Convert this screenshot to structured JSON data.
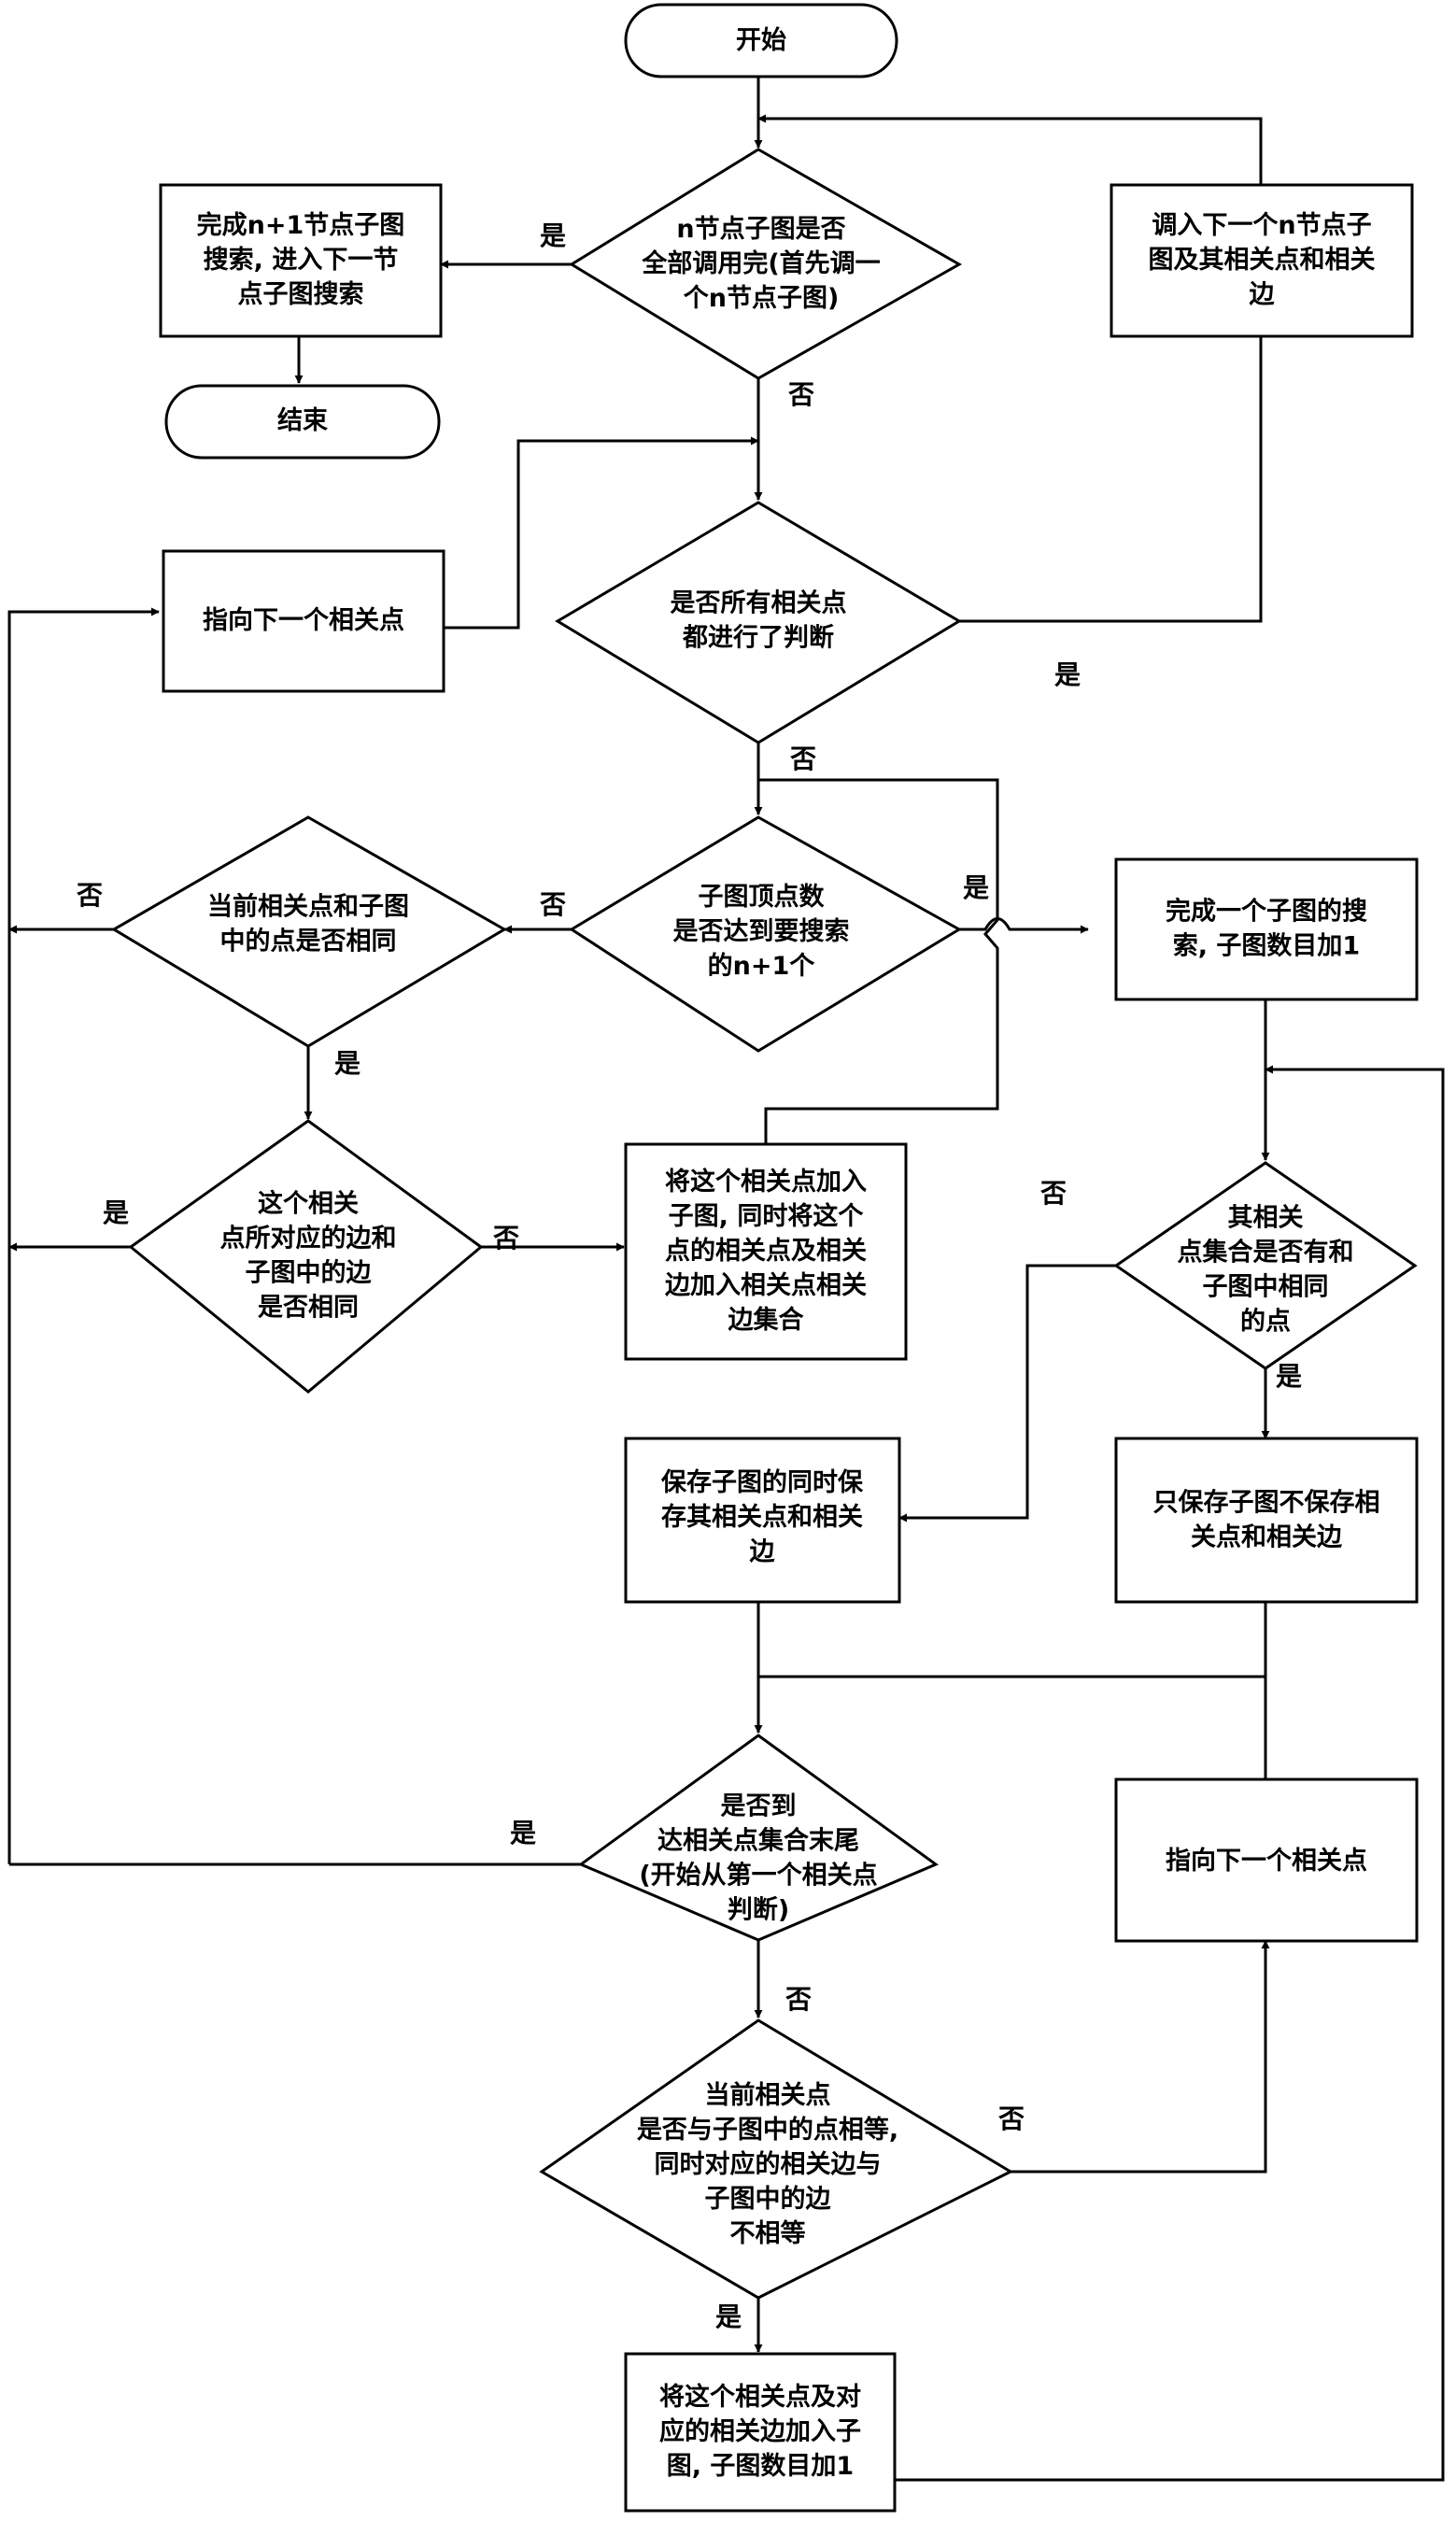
{
  "nodes": {
    "start": [
      "开始"
    ],
    "check_n_subgraph": [
      "n节点子图是否",
      "全部调用完(首先调一",
      "个n节点子图)"
    ],
    "finish_n1": [
      "完成n+1节点子图",
      "搜索, 进入下一节",
      "点子图搜索"
    ],
    "end": [
      "结束"
    ],
    "load_next_n": [
      "调入下一个n节点子",
      "图及其相关点和相关",
      "边"
    ],
    "all_related_judged": [
      "是否所有相关点",
      "都进行了判断"
    ],
    "point_next_related_top": [
      "指向下一个相关点"
    ],
    "vertex_count": [
      "子图顶点数",
      "是否达到要搜索",
      "的n+1个"
    ],
    "same_point": [
      "当前相关点和子图",
      "中的点是否相同"
    ],
    "finish_subgraph": [
      "完成一个子图的搜",
      "索, 子图数目加1"
    ],
    "same_edge": [
      "这个相关",
      "点所对应的边和",
      "子图中的边",
      "是否相同"
    ],
    "add_to_subgraph": [
      "将这个相关点加入",
      "子图, 同时将这个",
      "点的相关点及相关",
      "边加入相关点相关",
      "边集合"
    ],
    "related_set_has_same": [
      "其相关",
      "点集合是否有和",
      "子图中相同",
      "的点"
    ],
    "save_with_related": [
      "保存子图的同时保",
      "存其相关点和相关",
      "边"
    ],
    "save_only": [
      "只保存子图不保存相",
      "关点和相关边"
    ],
    "reach_end": [
      "是否到",
      "达相关点集合末尾",
      "(开始从第一个相关点",
      "判断)"
    ],
    "point_next_related_bottom": [
      "指向下一个相关点"
    ],
    "current_equal": [
      "当前相关点",
      "是否与子图中的点相等,",
      "同时对应的相关边与",
      "子图中的边",
      "不相等"
    ],
    "add_point_edge": [
      "将这个相关点及对",
      "应的相关边加入子",
      "图, 子图数目加1"
    ]
  },
  "edge_labels": {
    "yes_n_done": "是",
    "no_n_done": "否",
    "yes_all_judged": "是",
    "no_all_judged": "否",
    "yes_vertex_count": "是",
    "no_vertex_count": "否",
    "no_same_point": "否",
    "yes_same_point": "是",
    "yes_same_edge": "是",
    "no_same_edge": "否",
    "no_related_set": "否",
    "yes_related_set": "是",
    "yes_reach_end": "是",
    "no_reach_end": "否",
    "no_current_equal": "否",
    "yes_current_equal": "是"
  }
}
